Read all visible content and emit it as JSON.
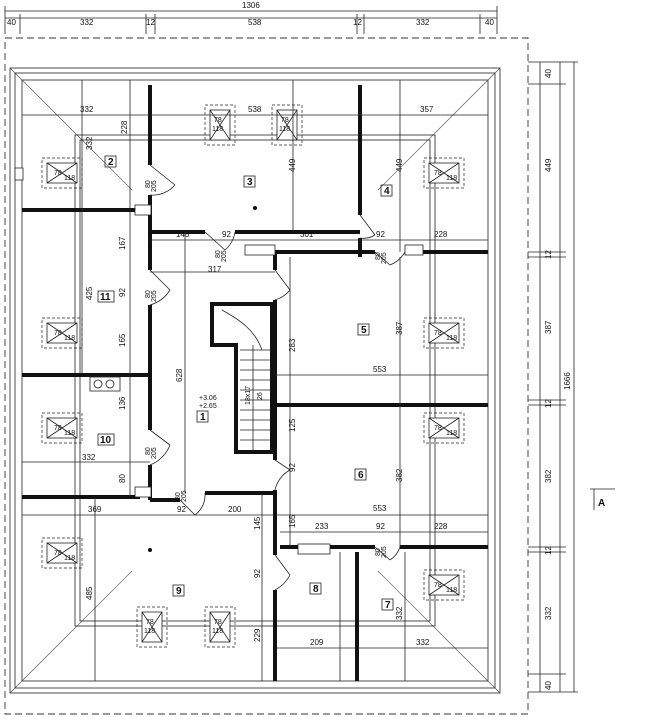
{
  "top_dimensions": {
    "total": "1306",
    "segments": [
      "40",
      "332",
      "12",
      "538",
      "12",
      "332",
      "40"
    ]
  },
  "right_dimensions": {
    "total": "1666",
    "segments": [
      "40",
      "449",
      "12",
      "387",
      "12",
      "382",
      "12",
      "332",
      "40"
    ]
  },
  "section_marker": "A",
  "rooms": [
    {
      "id": "room-1",
      "number": "1"
    },
    {
      "id": "room-2",
      "number": "2"
    },
    {
      "id": "room-3",
      "number": "3"
    },
    {
      "id": "room-4",
      "number": "4"
    },
    {
      "id": "room-5",
      "number": "5"
    },
    {
      "id": "room-6",
      "number": "6"
    },
    {
      "id": "room-7",
      "number": "7"
    },
    {
      "id": "room-8",
      "number": "8"
    },
    {
      "id": "room-9",
      "number": "9"
    },
    {
      "id": "room-10",
      "number": "10"
    },
    {
      "id": "room-11",
      "number": "11"
    }
  ],
  "skylight": {
    "top": "78",
    "bottom": "118"
  },
  "stair": {
    "elevation_top": "+3.06",
    "elevation_bottom": "+2.65",
    "steps": "18x17",
    "count": "26"
  },
  "interior_dimensions": [
    "332",
    "538",
    "357",
    "228",
    "449",
    "449",
    "332",
    "145",
    "92",
    "301",
    "92",
    "228",
    "317",
    "167",
    "425",
    "92",
    "387",
    "283",
    "553",
    "165",
    "628",
    "136",
    "125",
    "382",
    "92",
    "332",
    "80",
    "369",
    "92",
    "200",
    "553",
    "233",
    "92",
    "228",
    "165",
    "145",
    "485",
    "92",
    "229",
    "209",
    "332",
    "332"
  ],
  "door_labels": [
    "80",
    "205"
  ]
}
